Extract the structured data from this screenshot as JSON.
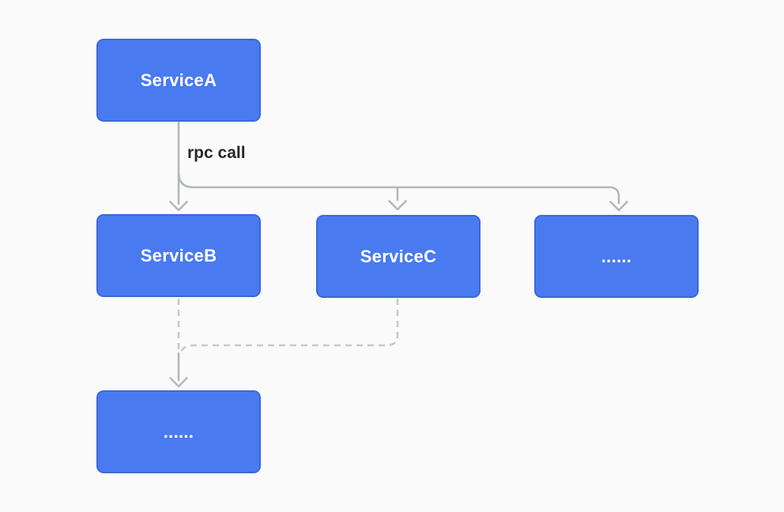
{
  "colors": {
    "canvas-bg": "#fafafa",
    "node-fill": "#4a7af0",
    "node-border": "#3c69d6",
    "node-text": "#ffffff",
    "edge-solid": "#b5b8bb",
    "edge-dashed": "#c8cacc",
    "edge-label-text": "#24292e"
  },
  "nodes": [
    {
      "id": "service-a",
      "label": "ServiceA"
    },
    {
      "id": "service-b",
      "label": "ServiceB"
    },
    {
      "id": "service-c",
      "label": "ServiceC"
    },
    {
      "id": "more-services-top",
      "label": "......"
    },
    {
      "id": "more-services-bottom",
      "label": "......"
    }
  ],
  "edges": [
    {
      "from": "service-a",
      "to": "service-b",
      "label": "rpc call",
      "style": "solid-arrow"
    },
    {
      "from": "service-a",
      "to": "service-c",
      "style": "solid-arrow"
    },
    {
      "from": "service-a",
      "to": "more-services-top",
      "style": "solid-arrow"
    },
    {
      "from": "service-b",
      "to": "more-services-bottom",
      "style": "dashed"
    },
    {
      "from": "service-c",
      "to": "more-services-bottom",
      "style": "dashed"
    },
    {
      "from": "merge-point",
      "to": "more-services-bottom",
      "style": "solid-arrow"
    }
  ]
}
